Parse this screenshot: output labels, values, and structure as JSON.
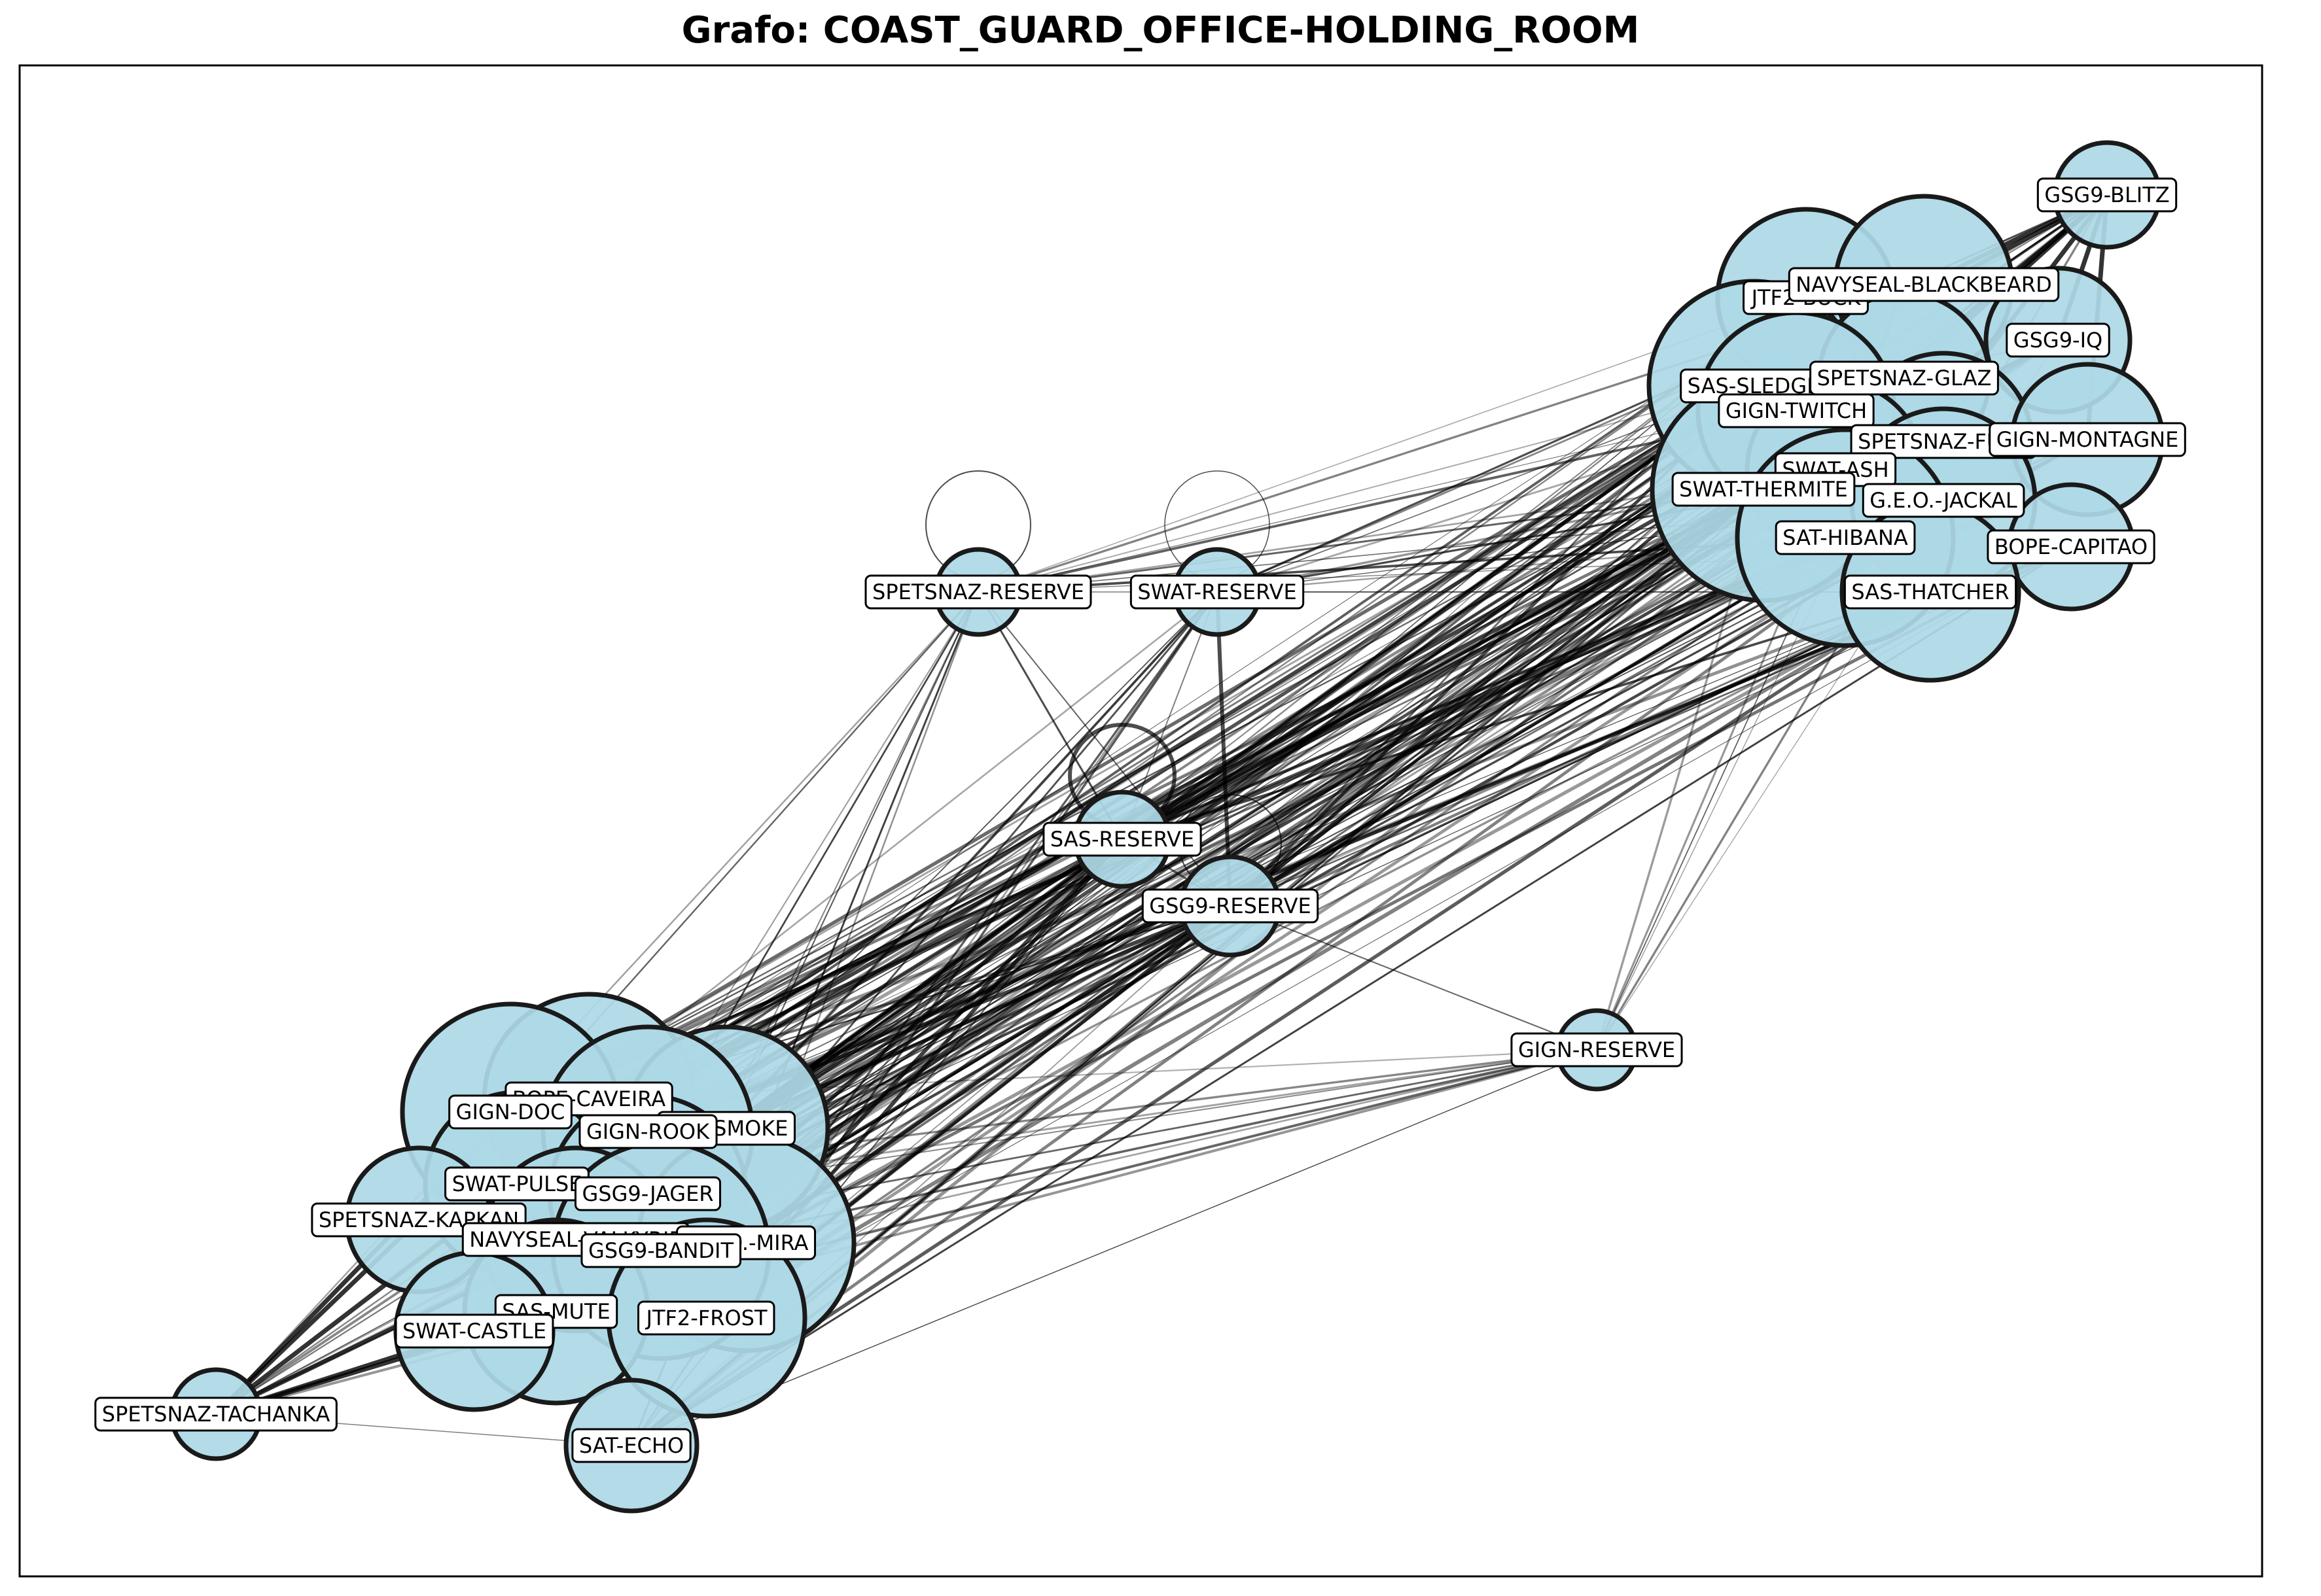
{
  "title": "Grafo: COAST_GUARD_OFFICE-HOLDING_ROOM",
  "style": {
    "node_fill": "#add8e6",
    "node_stroke": "#1a1a1a",
    "edge_color": "#000000",
    "label_bg": "#ffffff"
  },
  "nodes": [
    {
      "id": "GSG9-BLITZ",
      "label": "GSG9-BLITZ",
      "weight": 2
    },
    {
      "id": "JTF2-BUCK",
      "label": "JTF2-BUCK",
      "weight": 5
    },
    {
      "id": "NAVYSEAL-BLACKBEARD",
      "label": "NAVYSEAL-BLACKBEARD",
      "weight": 5
    },
    {
      "id": "GSG9-IQ",
      "label": "GSG9-IQ",
      "weight": 4
    },
    {
      "id": "SAS-SLEDGE",
      "label": "SAS-SLEDGE",
      "weight": 7
    },
    {
      "id": "SPETSNAZ-GLAZ",
      "label": "SPETSNAZ-GLAZ",
      "weight": 5
    },
    {
      "id": "GIGN-TWITCH",
      "label": "GIGN-TWITCH",
      "weight": 6
    },
    {
      "id": "SPETSNAZ-FUZE",
      "label": "SPETSNAZ-FUZE",
      "weight": 5
    },
    {
      "id": "GIGN-MONTAGNE",
      "label": "GIGN-MONTAGNE",
      "weight": 4
    },
    {
      "id": "SWAT-ASH",
      "label": "SWAT-ASH",
      "weight": 5
    },
    {
      "id": "SWAT-THERMITE",
      "label": "SWAT-THERMITE",
      "weight": 7
    },
    {
      "id": "G.E.O.-JACKAL",
      "label": "G.E.O.-JACKAL",
      "weight": 5
    },
    {
      "id": "SAT-HIBANA",
      "label": "SAT-HIBANA",
      "weight": 6
    },
    {
      "id": "BOPE-CAPITAO",
      "label": "BOPE-CAPITAO",
      "weight": 3
    },
    {
      "id": "SAS-THATCHER",
      "label": "SAS-THATCHER",
      "weight": 5
    },
    {
      "id": "SPETSNAZ-RESERVE",
      "label": "SPETSNAZ-RESERVE",
      "weight": 1
    },
    {
      "id": "SWAT-RESERVE",
      "label": "SWAT-RESERVE",
      "weight": 1
    },
    {
      "id": "SAS-RESERVE",
      "label": "SAS-RESERVE",
      "weight": 1
    },
    {
      "id": "GSG9-RESERVE",
      "label": "GSG9-RESERVE",
      "weight": 1
    },
    {
      "id": "GIGN-RESERVE",
      "label": "GIGN-RESERVE",
      "weight": 1
    },
    {
      "id": "BOPE-CAVEIRA",
      "label": "BOPE-CAVEIRA",
      "weight": 6
    },
    {
      "id": "GIGN-DOC",
      "label": "GIGN-DOC",
      "weight": 6
    },
    {
      "id": "SAS-SMOKE",
      "label": "SAS-SMOKE",
      "weight": 6
    },
    {
      "id": "GIGN-ROOK",
      "label": "GIGN-ROOK",
      "weight": 6
    },
    {
      "id": "SWAT-PULSE",
      "label": "SWAT-PULSE",
      "weight": 5
    },
    {
      "id": "GSG9-JAGER",
      "label": "GSG9-JAGER",
      "weight": 6
    },
    {
      "id": "SPETSNAZ-KAPKAN",
      "label": "SPETSNAZ-KAPKAN",
      "weight": 4
    },
    {
      "id": "NAVYSEAL-VALKYRIE",
      "label": "NAVYSEAL-VALKYRIE",
      "weight": 5
    },
    {
      "id": "G.E.O.-MIRA",
      "label": "G.E.O.-MIRA",
      "weight": 6
    },
    {
      "id": "GSG9-BANDIT",
      "label": "GSG9-BANDIT",
      "weight": 6
    },
    {
      "id": "SAS-MUTE",
      "label": "SAS-MUTE",
      "weight": 5
    },
    {
      "id": "JTF2-FROST",
      "label": "JTF2-FROST",
      "weight": 6
    },
    {
      "id": "SWAT-CASTLE",
      "label": "SWAT-CASTLE",
      "weight": 4
    },
    {
      "id": "SPETSNAZ-TACHANKA",
      "label": "SPETSNAZ-TACHANKA",
      "weight": 2
    },
    {
      "id": "SAT-ECHO",
      "label": "SAT-ECHO",
      "weight": 2
    }
  ]
}
